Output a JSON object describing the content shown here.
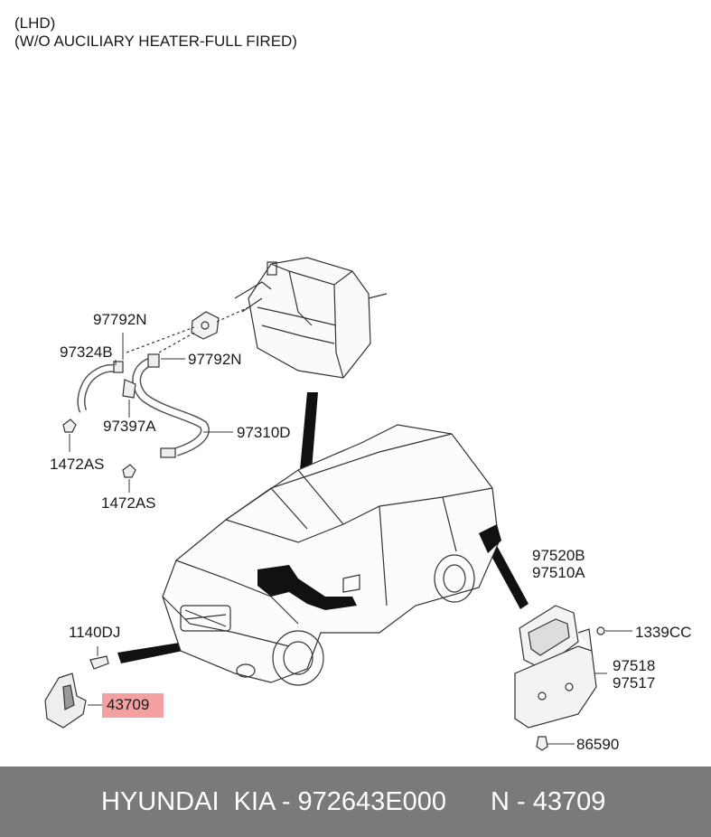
{
  "notes": [
    "(LHD)",
    "(W/O AUCILIARY HEATER-FULL FIRED)"
  ],
  "labels": {
    "p97792N_top": "97792N",
    "p97324B": "97324B",
    "p97792N_right": "97792N",
    "p97397A": "97397A",
    "p97310D": "97310D",
    "p1472AS_left": "1472AS",
    "p1472AS_bottom": "1472AS",
    "p97520B": "97520B",
    "p97510A": "97510A",
    "p1339CC": "1339CC",
    "p97518": "97518",
    "p97517": "97517",
    "p1140DJ": "1140DJ",
    "p43709": "43709",
    "p86590": "86590"
  },
  "highlight_color": "#f4a0a0",
  "footer": {
    "brand": "HYUNDAI  KIA - 972643E000",
    "number": "N - 43709"
  }
}
